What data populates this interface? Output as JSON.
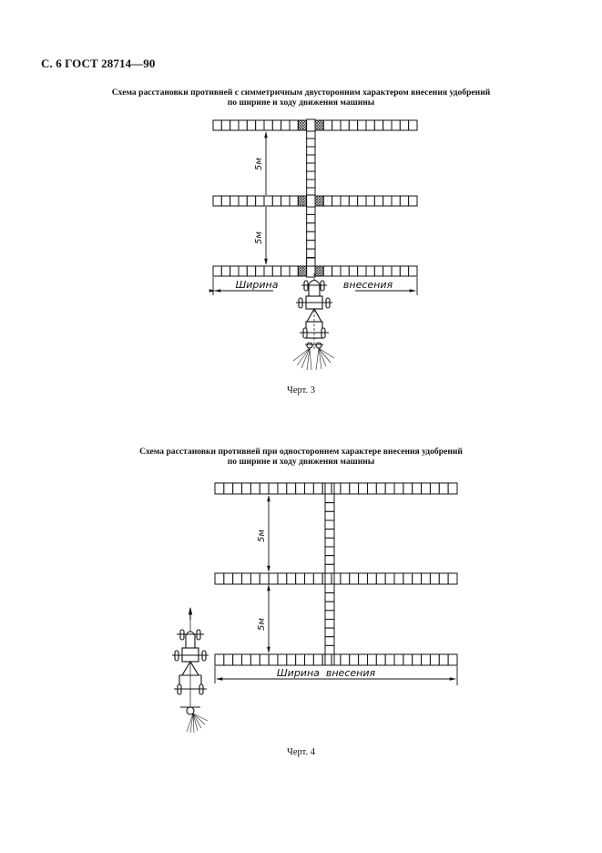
{
  "page": {
    "header": "С. 6 ГОСТ 28714—90"
  },
  "figure3": {
    "title_line1": "Схема расстановки противней с симметричным двусторонним характером внесения удобрений",
    "title_line2": "по ширине и ходу движения машины",
    "spacing_label_1": "5м",
    "spacing_label_2": "5м",
    "width_label_left": "Ширина",
    "width_label_right": "внесения",
    "caption": "Черт. 3",
    "rows": 3,
    "cells_per_row": 24,
    "spreading": "symmetric two-sided"
  },
  "figure4": {
    "title_line1": "Схема расстановки противней при одностороннем характере внесения удобрений",
    "title_line2": "по ширине и ходу движения машины",
    "spacing_label_1": "5м",
    "spacing_label_2": "5м",
    "width_label": "Ширина  внесения",
    "caption": "Черт. 4",
    "rows": 3,
    "cells_per_row": 27,
    "spreading": "one-sided"
  }
}
